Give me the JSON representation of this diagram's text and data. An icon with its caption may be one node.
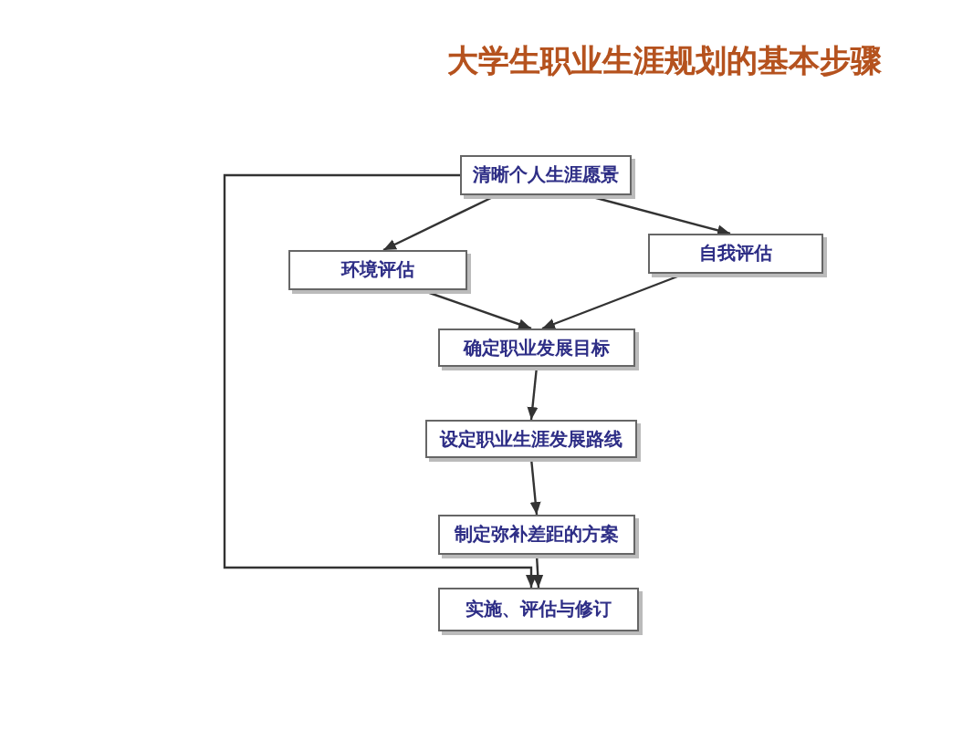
{
  "diagram": {
    "title": "大学生职业生涯规划的基本步骤",
    "nodes": [
      {
        "text": [
          "清晰个人生涯愿景"
        ]
      },
      {
        "text": [
          "环境评估"
        ]
      },
      {
        "text": [
          "自我评估"
        ]
      },
      {
        "text": [
          "确定职业发展目标"
        ]
      },
      {
        "text": [
          "设定职业生涯发展路线"
        ]
      },
      {
        "text": [
          "制定弥补差距的方案"
        ]
      },
      {
        "text": [
          "实施、评估与修订"
        ]
      }
    ],
    "edges": [
      {
        "from": 0,
        "to": 1,
        "arrow": "to"
      },
      {
        "from": 0,
        "to": 2,
        "arrow": "to"
      },
      {
        "from": 1,
        "to": 3,
        "arrow": "to"
      },
      {
        "from": 2,
        "to": 3,
        "arrow": "to"
      },
      {
        "from": 3,
        "to": 4,
        "arrow": "to"
      },
      {
        "from": 4,
        "to": 5,
        "arrow": "to"
      },
      {
        "from": 5,
        "to": 6,
        "arrow": "to"
      },
      {
        "from": 0,
        "to": 6,
        "arrow": "to"
      }
    ]
  }
}
